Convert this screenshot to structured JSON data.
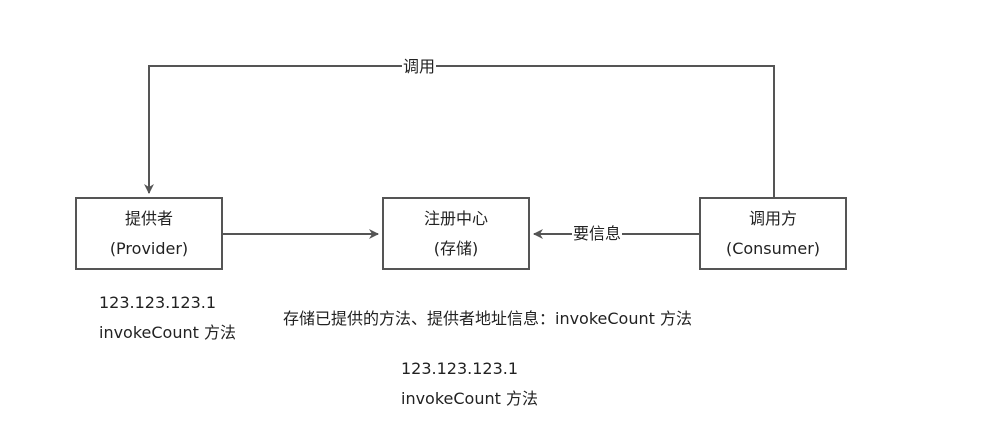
{
  "nodes": {
    "provider": {
      "title": "提供者",
      "subtitle": "(Provider)"
    },
    "registry": {
      "title": "注册中心",
      "subtitle": "(存储)"
    },
    "consumer": {
      "title": "调用方",
      "subtitle": "(Consumer)"
    }
  },
  "edges": {
    "invoke": {
      "label": "调用"
    },
    "request": {
      "label": "要信息"
    }
  },
  "notes": {
    "provider": {
      "ip": "123.123.123.1",
      "method": "invokeCount 方法"
    },
    "registry_desc": "存储已提供的方法、提供者地址信息：invokeCount 方法",
    "registry": {
      "ip": "123.123.123.1",
      "method": "invokeCount 方法"
    }
  },
  "colors": {
    "stroke": "#555555",
    "text": "#222222",
    "background": "#ffffff"
  }
}
